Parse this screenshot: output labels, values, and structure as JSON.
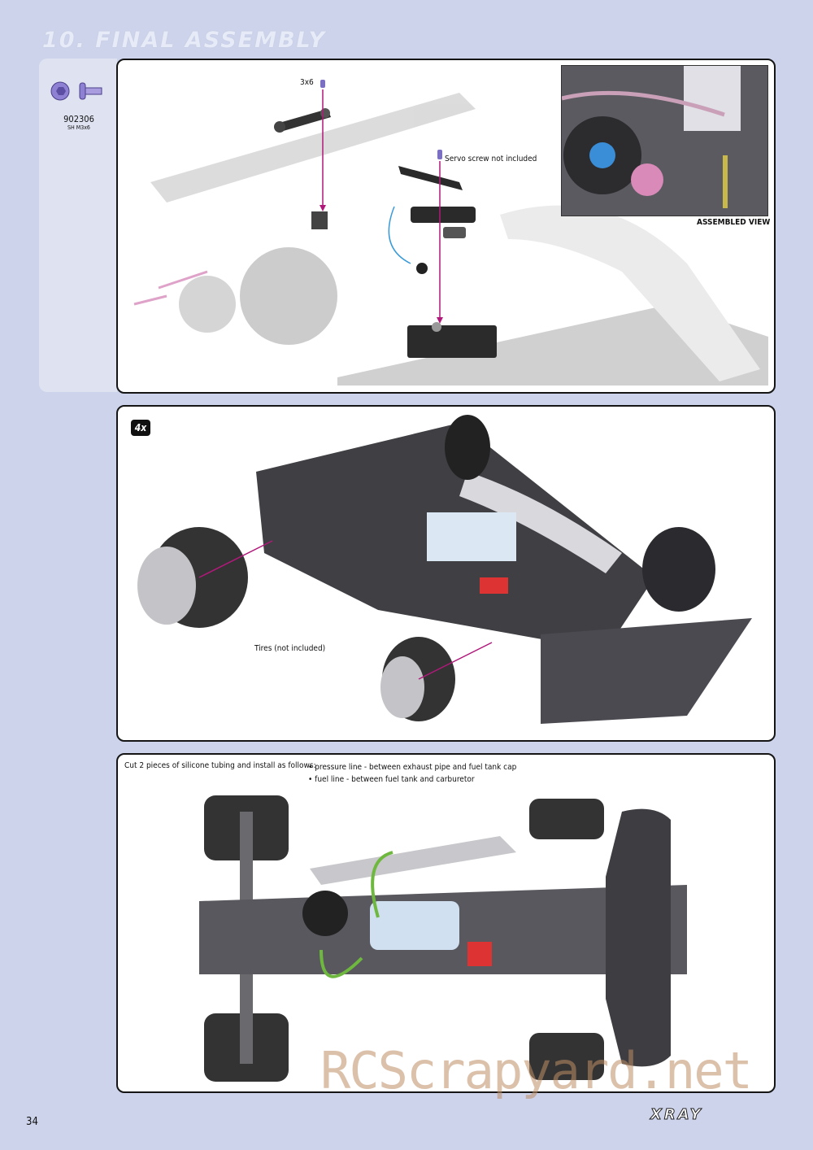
{
  "header": {
    "title": "10. FINAL ASSEMBLY"
  },
  "parts": [
    {
      "code": "902306",
      "desc": "SH M3x6"
    }
  ],
  "panel1": {
    "screw_label": "3x6",
    "servo_note": "Servo screw not included",
    "assembled_label": "ASSEMBLED VIEW"
  },
  "panel2": {
    "badge": "4x",
    "tires_note": "Tires (not included)"
  },
  "panel3": {
    "instruction": "Cut 2 pieces of silicone tubing and install as follows:",
    "bullets": [
      "• pressure line - between exhaust pipe and fuel tank cap",
      "• fuel line - between fuel tank and carburetor"
    ]
  },
  "footer": {
    "page_number": "34",
    "brand": "XRAY"
  },
  "watermark": "RCScrapyard.net",
  "colors": {
    "page_bg": "#ccd3ea",
    "accent": "#b0197a",
    "hardware": "#7b6fc4",
    "tube": "#6fb83f"
  }
}
